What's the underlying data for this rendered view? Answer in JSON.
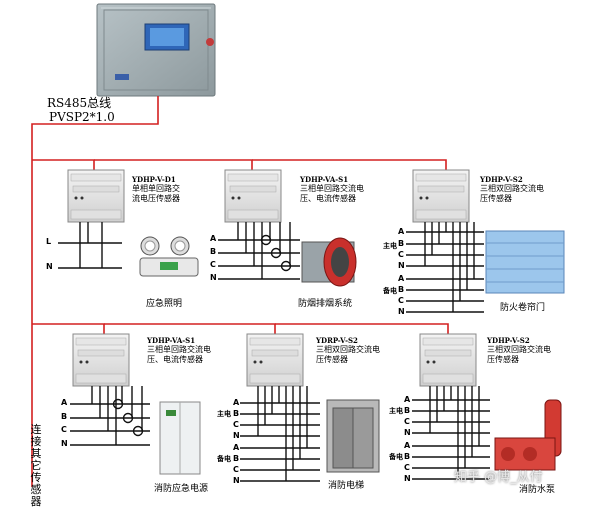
{
  "bus": {
    "line1": "RS485总线",
    "line2": "PVSP2*1.0"
  },
  "side_label": "连接其它传感器",
  "sensors": [
    {
      "model": "YDHP-V-D1",
      "desc": "单相单回路交流电压传感器"
    },
    {
      "model": "YDHP-VA-S1",
      "desc": "三相单回路交流电压、电流传感器"
    },
    {
      "model": "YDHP-V-S2",
      "desc": "三相双回路交流电压传感器"
    },
    {
      "model": "YDHP-VA-S1",
      "desc": "三相单回路交流电压、电流传感器"
    },
    {
      "model": "YDRP-V-S2",
      "desc": "三相双回路交流电压传感器"
    },
    {
      "model": "YDHP-V-S2",
      "desc": "三相双回路交流电压传感器"
    }
  ],
  "phases": {
    "L": "L",
    "N": "N",
    "A": "A",
    "B": "B",
    "C": "C"
  },
  "main_power": "主电",
  "backup_power": "备电",
  "captions": {
    "emergency_light": "应急照明",
    "smoke_exhaust": "防烟排烟系统",
    "fire_shutter": "防火卷帘门",
    "emergency_power": "消防应急电源",
    "fire_elevator": "消防电梯",
    "fire_pump": "消防水泵"
  },
  "watermark": "知乎 @博_从付",
  "colors": {
    "bus": "#d42020",
    "wire": "#111111"
  }
}
